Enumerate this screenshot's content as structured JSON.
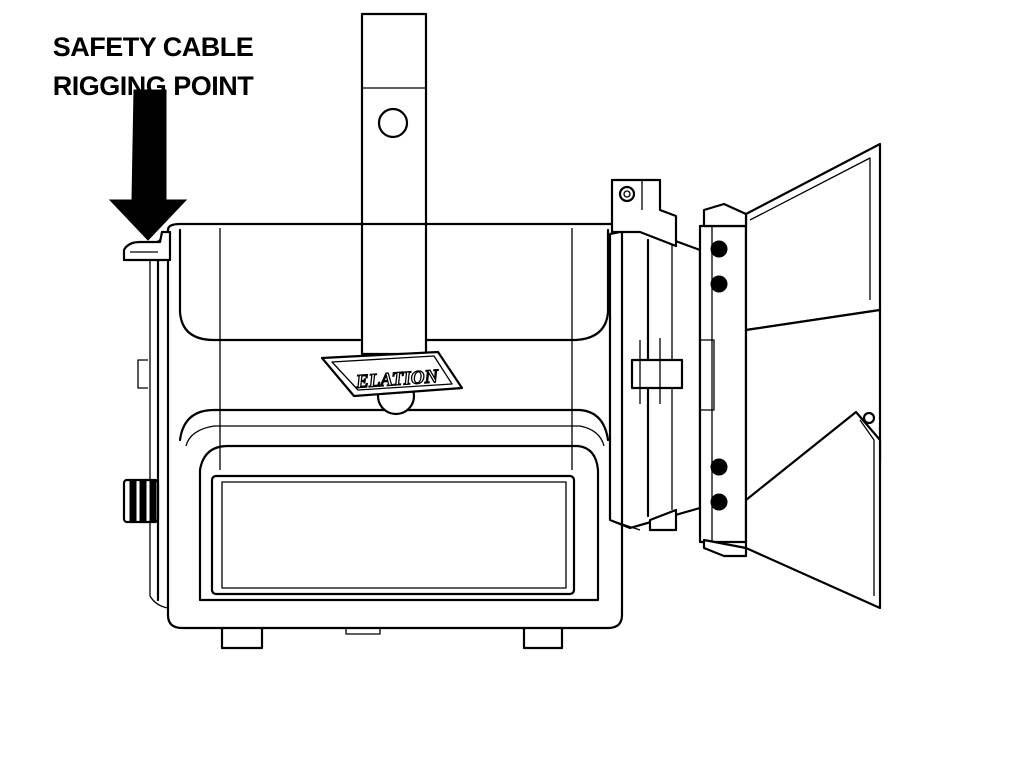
{
  "callout": {
    "line_1": "SAFETY CABLE",
    "line_2": "RIGGING POINT"
  },
  "fixture": {
    "logo_text": "ELATION"
  },
  "colors": {
    "line": "#000000",
    "background": "#ffffff"
  }
}
